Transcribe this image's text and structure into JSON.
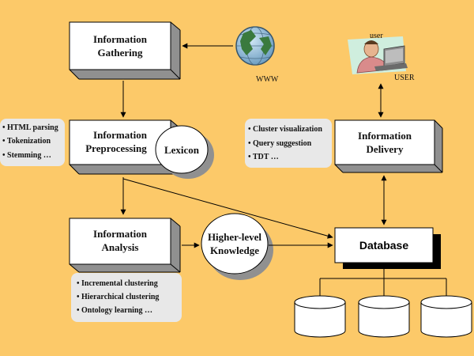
{
  "boxes": {
    "gathering": {
      "line1": "Information",
      "line2": "Gathering"
    },
    "preprocessing": {
      "line1": "Information",
      "line2": "Preprocessing"
    },
    "analysis": {
      "line1": "Information",
      "line2": "Analysis"
    },
    "delivery": {
      "line1": "Information",
      "line2": "Delivery"
    },
    "database": {
      "label": "Database"
    }
  },
  "circles": {
    "lexicon": "Lexicon",
    "knowledge": {
      "line1": "Higher-level",
      "line2": "Knowledge"
    }
  },
  "labels": {
    "www": "WWW",
    "user": "USER",
    "user_screen": "user"
  },
  "notes": {
    "preprocessing": [
      "• HTML parsing",
      "• Tokenization",
      "• Stemming …"
    ],
    "delivery": [
      "• Cluster visualization",
      "• Query suggestion",
      "• TDT …"
    ],
    "analysis": [
      "• Incremental clustering",
      "• Hierarchical clustering",
      "• Ontology learning …"
    ]
  },
  "colors": {
    "background": "#fcc969",
    "box_fill": "#ffffff",
    "box_shadow": "#909090",
    "note_fill": "#e8e8e8",
    "database_shadow": "#000000"
  },
  "icons": {
    "www": "globe-icon",
    "user": "user-at-computer-icon",
    "storage": "database-cylinder-icon"
  }
}
